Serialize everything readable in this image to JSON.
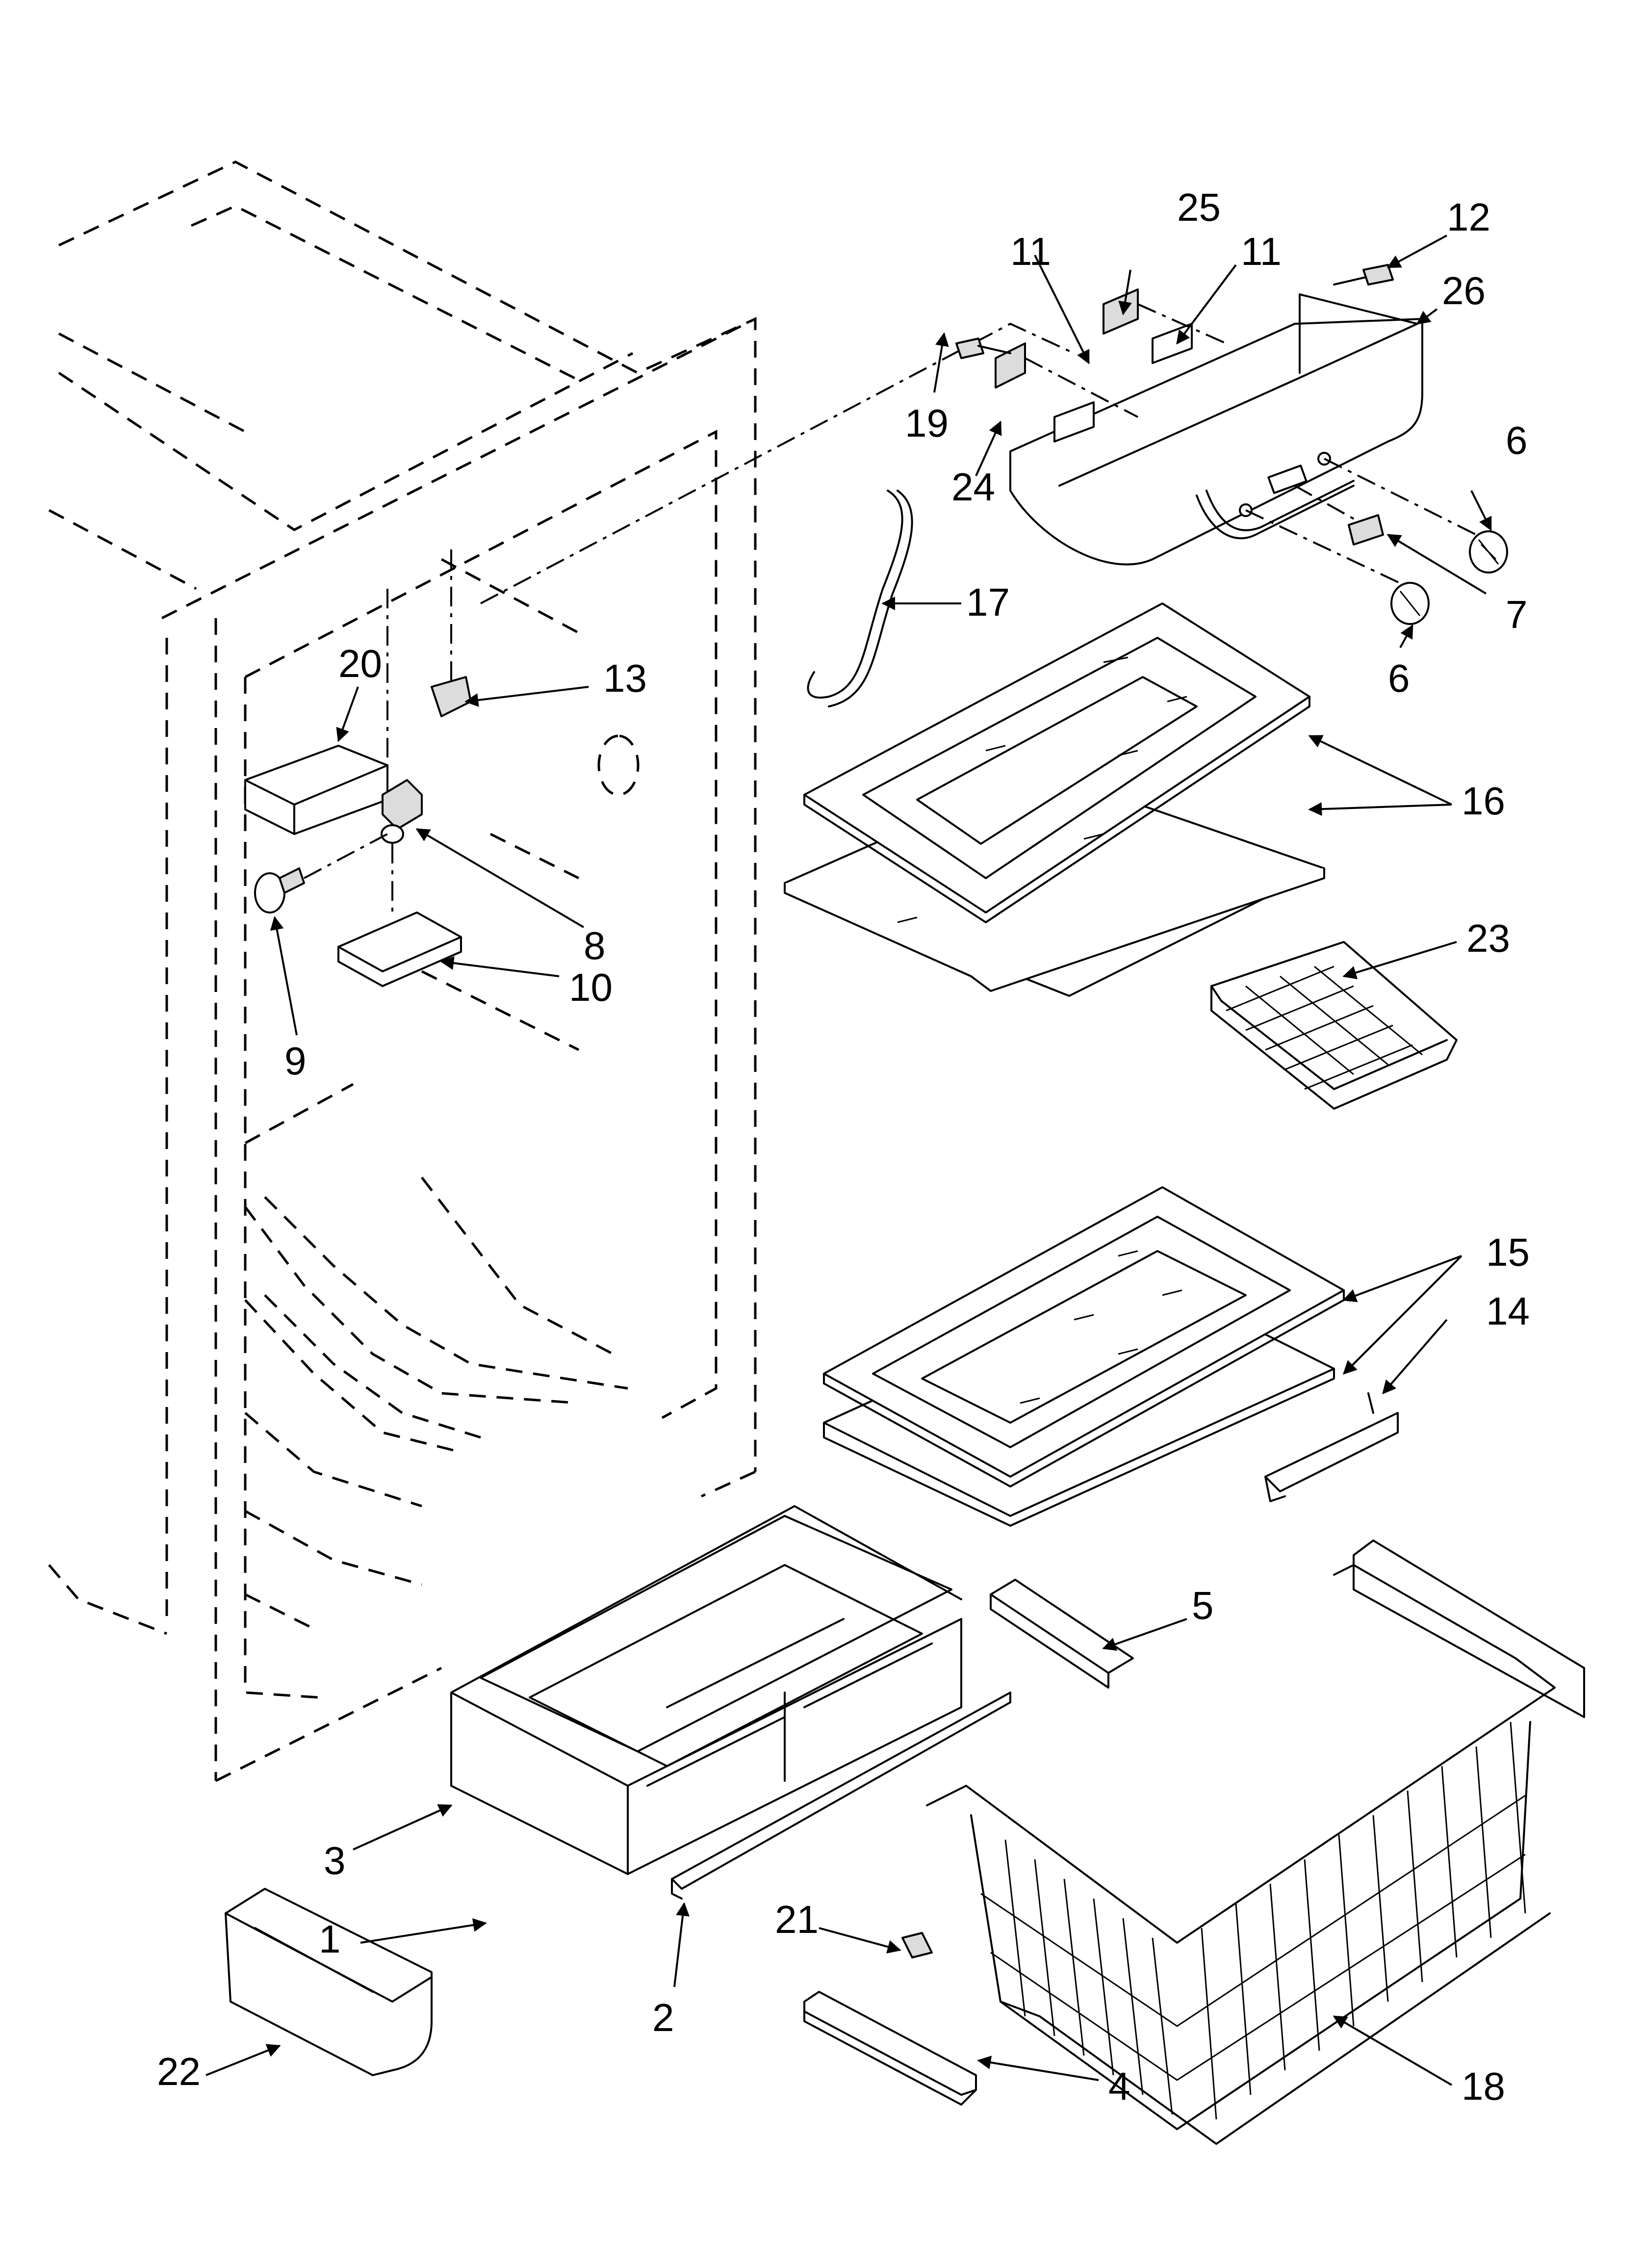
{
  "callouts": {
    "p1": "1",
    "p2": "2",
    "p3": "3",
    "p4": "4",
    "p5": "5",
    "p6a": "6",
    "p6b": "6",
    "p7": "7",
    "p8": "8",
    "p9": "9",
    "p10": "10",
    "p11a": "11",
    "p11b": "11",
    "p12": "12",
    "p13": "13",
    "p14": "14",
    "p15": "15",
    "p16": "16",
    "p17": "17",
    "p18": "18",
    "p19": "19",
    "p20": "20",
    "p21": "21",
    "p22": "22",
    "p23": "23",
    "p24": "24",
    "p25": "25",
    "p26": "26"
  }
}
